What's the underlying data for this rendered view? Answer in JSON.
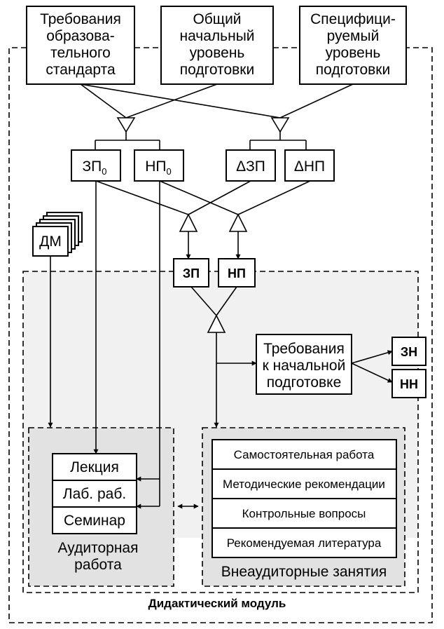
{
  "top_boxes": {
    "standard": [
      "Требования",
      "образова-",
      "тельного",
      "стандарта"
    ],
    "general": [
      "Общий",
      "начальный",
      "уровень",
      "подготовки"
    ],
    "specific": [
      "Специфици-",
      "руемый",
      "уровень",
      "подготовки"
    ]
  },
  "level_boxes": {
    "zp0": {
      "main": "ЗП",
      "sub": "0"
    },
    "np0": {
      "main": "НП",
      "sub": "0"
    },
    "dzp": "ΔЗП",
    "dnp": "ΔНП"
  },
  "dm": "ДМ",
  "zp": "ЗП",
  "np": "НП",
  "requirements": [
    "Требования",
    "к начальной",
    "подготовке"
  ],
  "zn": "ЗН",
  "nn": "НН",
  "classroom": {
    "items": [
      "Лекция",
      "Лаб. раб.",
      "Семинар"
    ],
    "caption": [
      "Аудиторная",
      "работа"
    ]
  },
  "extracurricular": {
    "items": [
      "Самостоятельная работа",
      "Методические рекомендации",
      "Контрольные вопросы",
      "Рекомендуемая литература"
    ],
    "caption": "Внеаудиторные занятия"
  },
  "module_title": "Дидактический модуль"
}
